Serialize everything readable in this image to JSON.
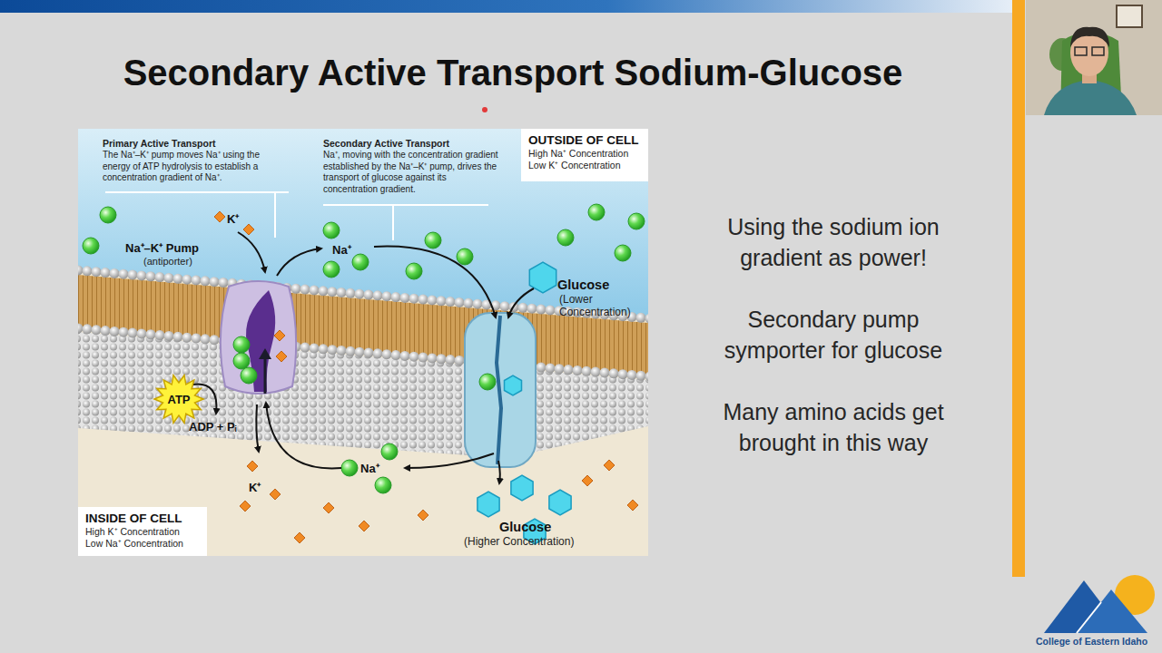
{
  "diagram": {
    "title": "Secondary Active Transport Sodium-Glucose",
    "nodes": [
      {
        "text": [
          "OUTSIDE OF CELL",
          "High Na⁺ Concentration",
          "Low K⁺ Concentration"
        ]
      },
      {
        "text": [
          "Na⁺–K⁺ Pump",
          "(antiporter)"
        ]
      },
      {
        "text": [
          "ATP"
        ]
      },
      {
        "text": [
          "INSIDE OF CELL",
          "High K⁺ Concentration",
          "Low Na⁺ Concentration"
        ]
      }
    ],
    "labels": [
      "Primary Active Transport",
      "The Na⁺–K⁺ pump moves Na⁺ using the energy of ATP hydrolysis to establish a concentration gradient of Na⁺.",
      "Secondary Active Transport",
      "Na⁺, moving with the concentration gradient established by the Na⁺–K⁺ pump, drives the transport of glucose against its concentration gradient.",
      "K⁺",
      "Na⁺",
      "Glucose",
      "(Lower Concentration)",
      "ADP + Pᵢ",
      "Na⁺",
      "K⁺",
      "Glucose",
      "(Higher Concentration)",
      "Using the sodium ion gradient as power!",
      "Secondary pump symporter for glucose",
      "Many amino acids get brought in this way",
      "College of Eastern Idaho"
    ]
  }
}
